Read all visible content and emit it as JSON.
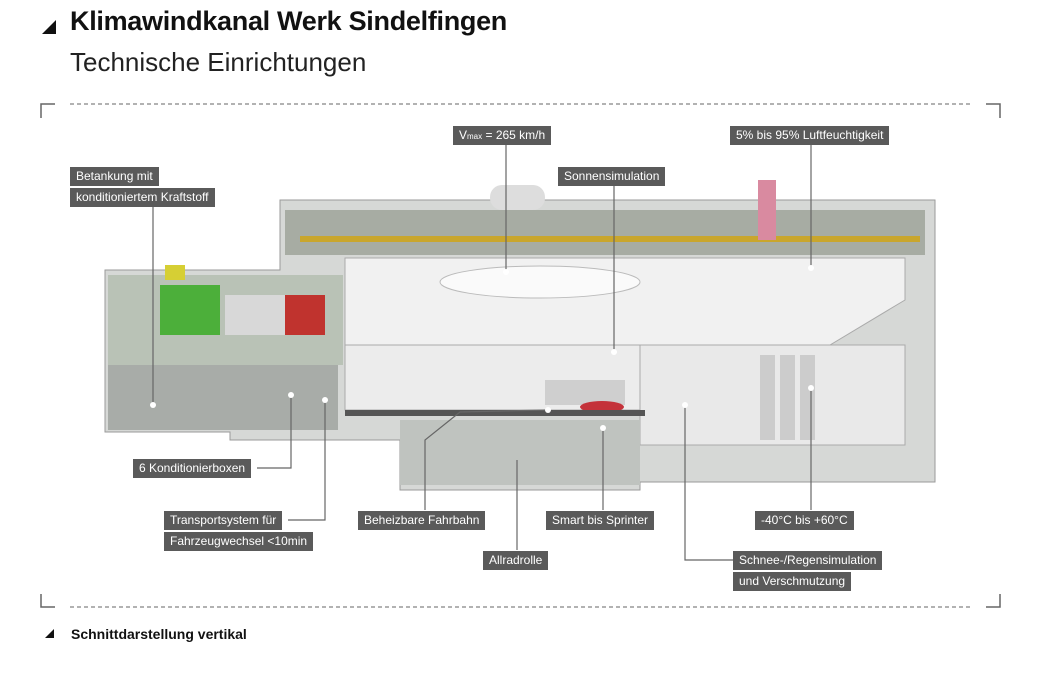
{
  "header": {
    "title": "Klimawindkanal Werk Sindelfingen",
    "subtitle": "Technische Einrichtungen"
  },
  "labels": {
    "vmax_prefix": "V",
    "vmax_sub": "max",
    "vmax_value": "= 265 km/h",
    "humidity": "5% bis 95% Luftfeuchtigkeit",
    "sun": "Sonnensimulation",
    "fuel_line1": "Betankung mit",
    "fuel_line2": "konditioniertem Kraftstoff",
    "boxes": "6 Konditionierboxen",
    "transport_line1": "Transportsystem für",
    "transport_line2": "Fahrzeugwechsel <10min",
    "heated_road": "Beheizbare Fahrbahn",
    "vehicles": "Smart bis Sprinter",
    "temperature": "-40°C bis +60°C",
    "awd_roller": "Allradrolle",
    "snow_line1": "Schnee-/Regensimulation",
    "snow_line2": "und Verschmutzung"
  },
  "footer": {
    "caption": "Schnittdarstellung vertikal"
  }
}
